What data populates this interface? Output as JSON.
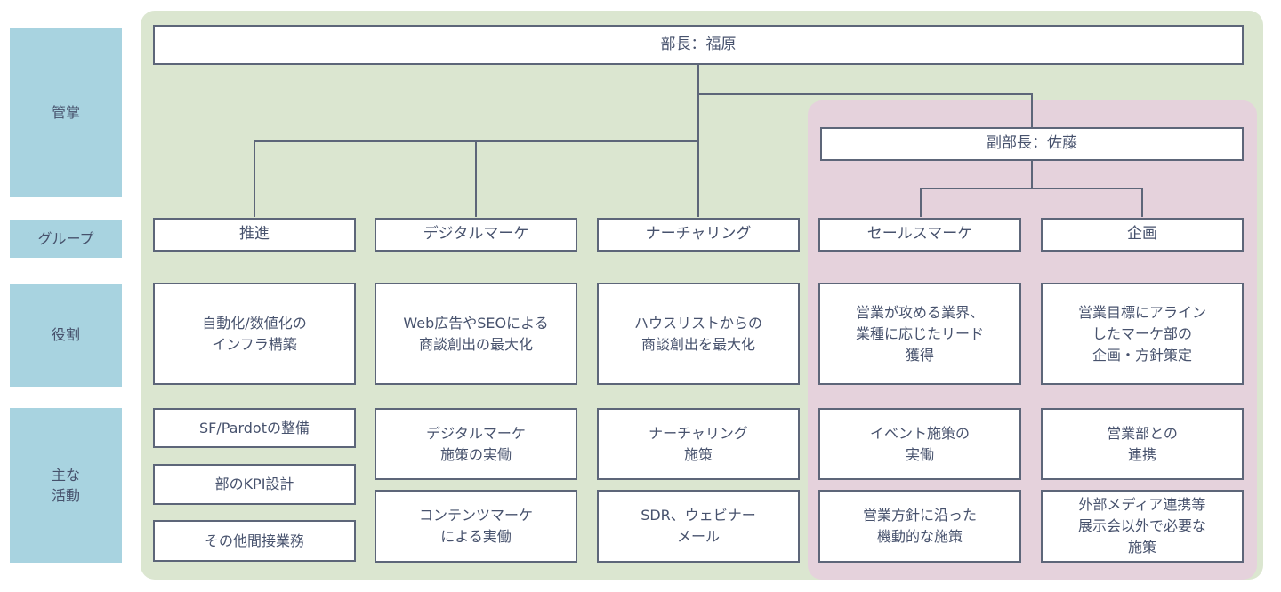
{
  "colors": {
    "green_zone": "#dbe6d0",
    "pink_zone": "#e5d2dc",
    "blue_label": "#a8d3e0",
    "box_border": "#5d6679",
    "text": "#47526d"
  },
  "row_labels": [
    {
      "label": "管掌"
    },
    {
      "label": "グループ"
    },
    {
      "label": "役割"
    },
    {
      "label": "主な\n活動"
    }
  ],
  "manager": {
    "label": "部長：福原"
  },
  "deputy": {
    "label": "副部長：佐藤"
  },
  "columns": [
    {
      "group": "推進",
      "zone": "green",
      "role": "自動化/数値化の\nインフラ構築",
      "activities": [
        "SF/Pardotの整備",
        "部のKPI設計",
        "その他間接業務"
      ]
    },
    {
      "group": "デジタルマーケ",
      "zone": "green",
      "role": "Web広告やSEOによる\n商談創出の最大化",
      "activities": [
        "デジタルマーケ\n施策の実働",
        "コンテンツマーケ\nによる実働"
      ]
    },
    {
      "group": "ナーチャリング",
      "zone": "green",
      "role": "ハウスリストからの\n商談創出を最大化",
      "activities": [
        "ナーチャリング\n施策",
        "SDR、ウェビナー\nメール"
      ]
    },
    {
      "group": "セールスマーケ",
      "zone": "pink",
      "role": "営業が攻める業界、\n業種に応じたリード\n獲得",
      "activities": [
        "イベント施策の\n実働",
        "営業方針に沿った\n機動的な施策"
      ]
    },
    {
      "group": "企画",
      "zone": "pink",
      "role": "営業目標にアライン\nしたマーケ部の\n企画・方針策定",
      "activities": [
        "営業部との\n連携",
        "外部メディア連携等\n展示会以外で必要な\n施策"
      ]
    }
  ]
}
